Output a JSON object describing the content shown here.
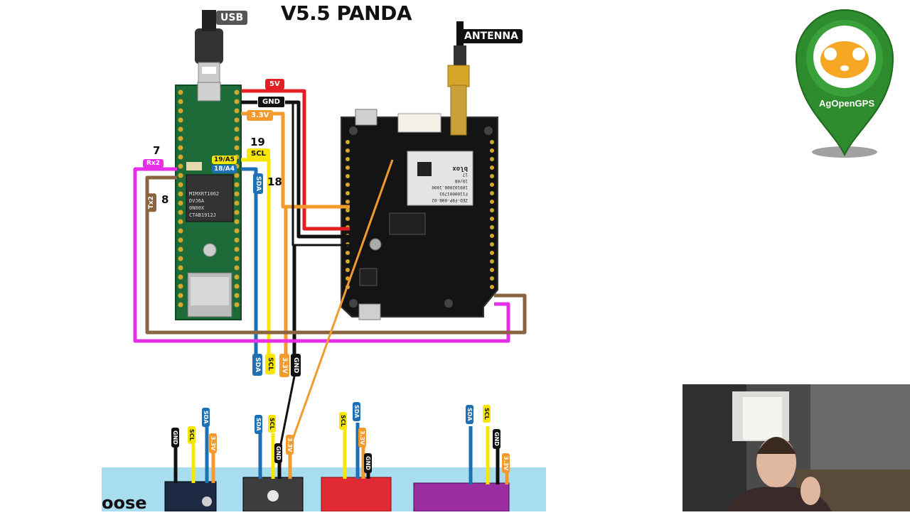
{
  "diagram": {
    "title": "V5.5 PANDA",
    "usb_label": "USB",
    "antenna_label": "ANTENNA",
    "wire_labels": {
      "five_v": "5V",
      "gnd": "GND",
      "three_v": "3.3V",
      "scl": "SCL",
      "rx2": "Rx2",
      "tx2": "Tx2",
      "pin_19a5": "19/A5",
      "pin_18a4": "18/A4"
    },
    "pin_numbers": {
      "p7": "7",
      "p8": "8",
      "p19": "19",
      "p18": "18"
    },
    "chip_text": [
      "MIMXRT1062",
      "DVJ6A",
      "0N00X",
      "CTAB1912J"
    ],
    "gps_module_text": [
      "ZED-F9P-00B-02",
      "F1100001793",
      "109102000.1000",
      "19/08",
      "17"
    ],
    "gps_brand": "blox",
    "bottom_connector_labels": [
      "SDA",
      "SCL",
      "3.3V",
      "GND"
    ],
    "sensor_boards": [
      {
        "labels": [
          "GND",
          "SCL",
          "SDA",
          "3.3V"
        ]
      },
      {
        "labels": [
          "SDA",
          "SCL",
          "GND",
          "3.3V"
        ]
      },
      {
        "labels": [
          "SCL",
          "SDA",
          "3.3V",
          "GND"
        ]
      },
      {
        "labels": [
          "SDA",
          "SCL",
          "GND",
          "3.3V"
        ]
      }
    ],
    "corner_text": "oose"
  },
  "logo": {
    "text": "AgOpenGPS",
    "color": "#2e8b2e"
  },
  "colors": {
    "red": "#e31e24",
    "black": "#111111",
    "orange": "#f39a2e",
    "yellow": "#f7e600",
    "blue": "#1f6fb5",
    "magenta": "#e62ee6",
    "brown": "#8a6440",
    "pcb_green": "#1e6b3a",
    "pcb_black": "#141414",
    "sky": "#a8dcef"
  }
}
